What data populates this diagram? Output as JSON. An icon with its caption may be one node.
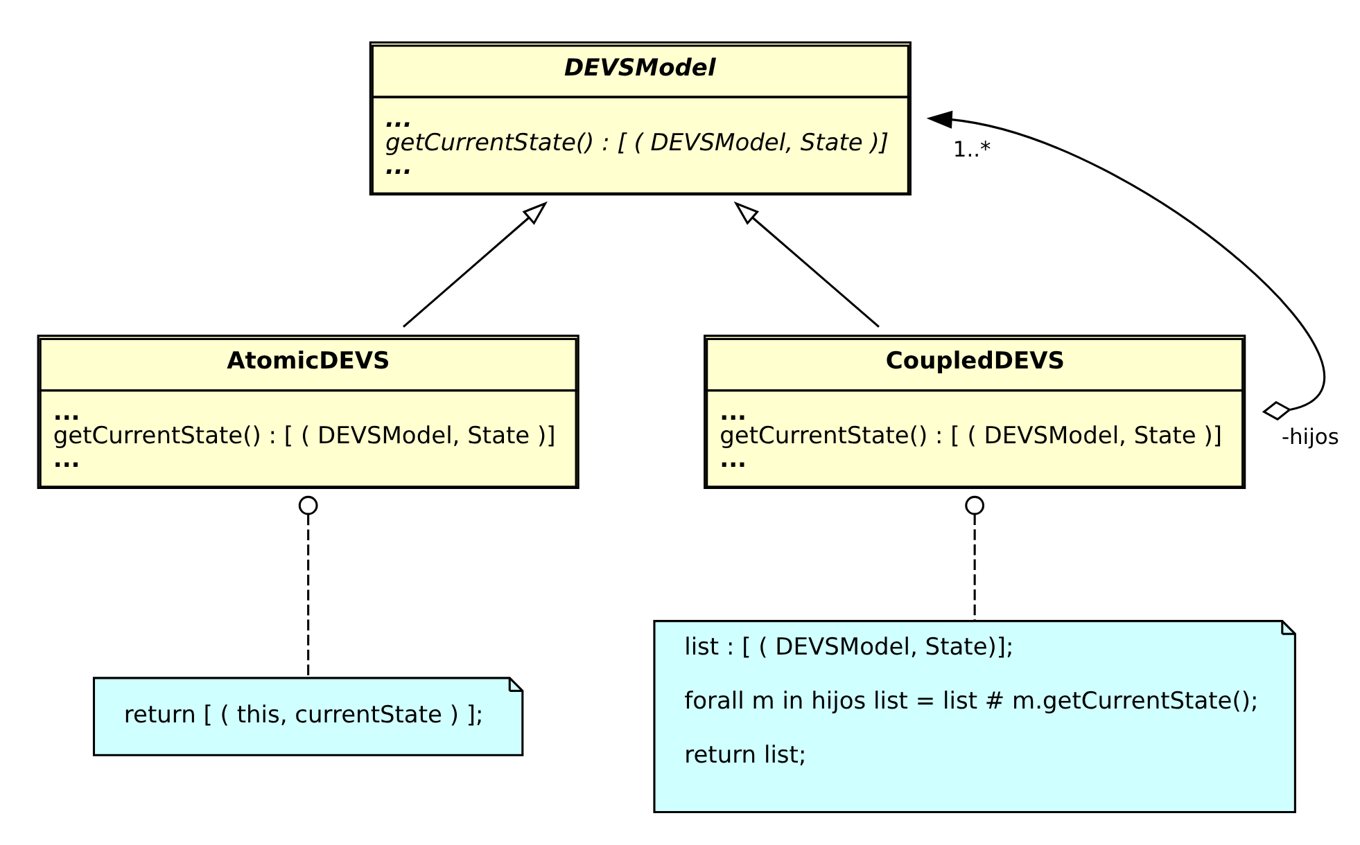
{
  "diagram": {
    "nodes": [
      {
        "text": [
          "DEVSModel",
          "...",
          "getCurrentState() : [ ( DEVSModel, State )]",
          "..."
        ]
      },
      {
        "text": [
          "AtomicDEVS",
          "...",
          "getCurrentState() : [ ( DEVSModel, State )]",
          "..."
        ]
      },
      {
        "text": [
          "CoupledDEVS",
          "...",
          "getCurrentState() : [ ( DEVSModel, State )]",
          "..."
        ]
      },
      {
        "text": [
          "return [ ( this, currentState ) ];"
        ]
      },
      {
        "text": [
          "list : [ ( DEVSModel, State)];",
          "forall m in hijos list = list # m.getCurrentState();",
          "return list;"
        ]
      }
    ],
    "edges": [
      {
        "from": 1,
        "to": 0,
        "arrow": "to"
      },
      {
        "from": 2,
        "to": 0,
        "arrow": "to"
      },
      {
        "from": 2,
        "to": 0,
        "arrow": "both",
        "label": "-hijos"
      },
      {
        "from": 1,
        "to": 3,
        "arrow": "other",
        "style": "dashed"
      },
      {
        "from": 2,
        "to": 4,
        "arrow": "other",
        "style": "dashed"
      }
    ],
    "labels": [
      "1..*"
    ]
  }
}
